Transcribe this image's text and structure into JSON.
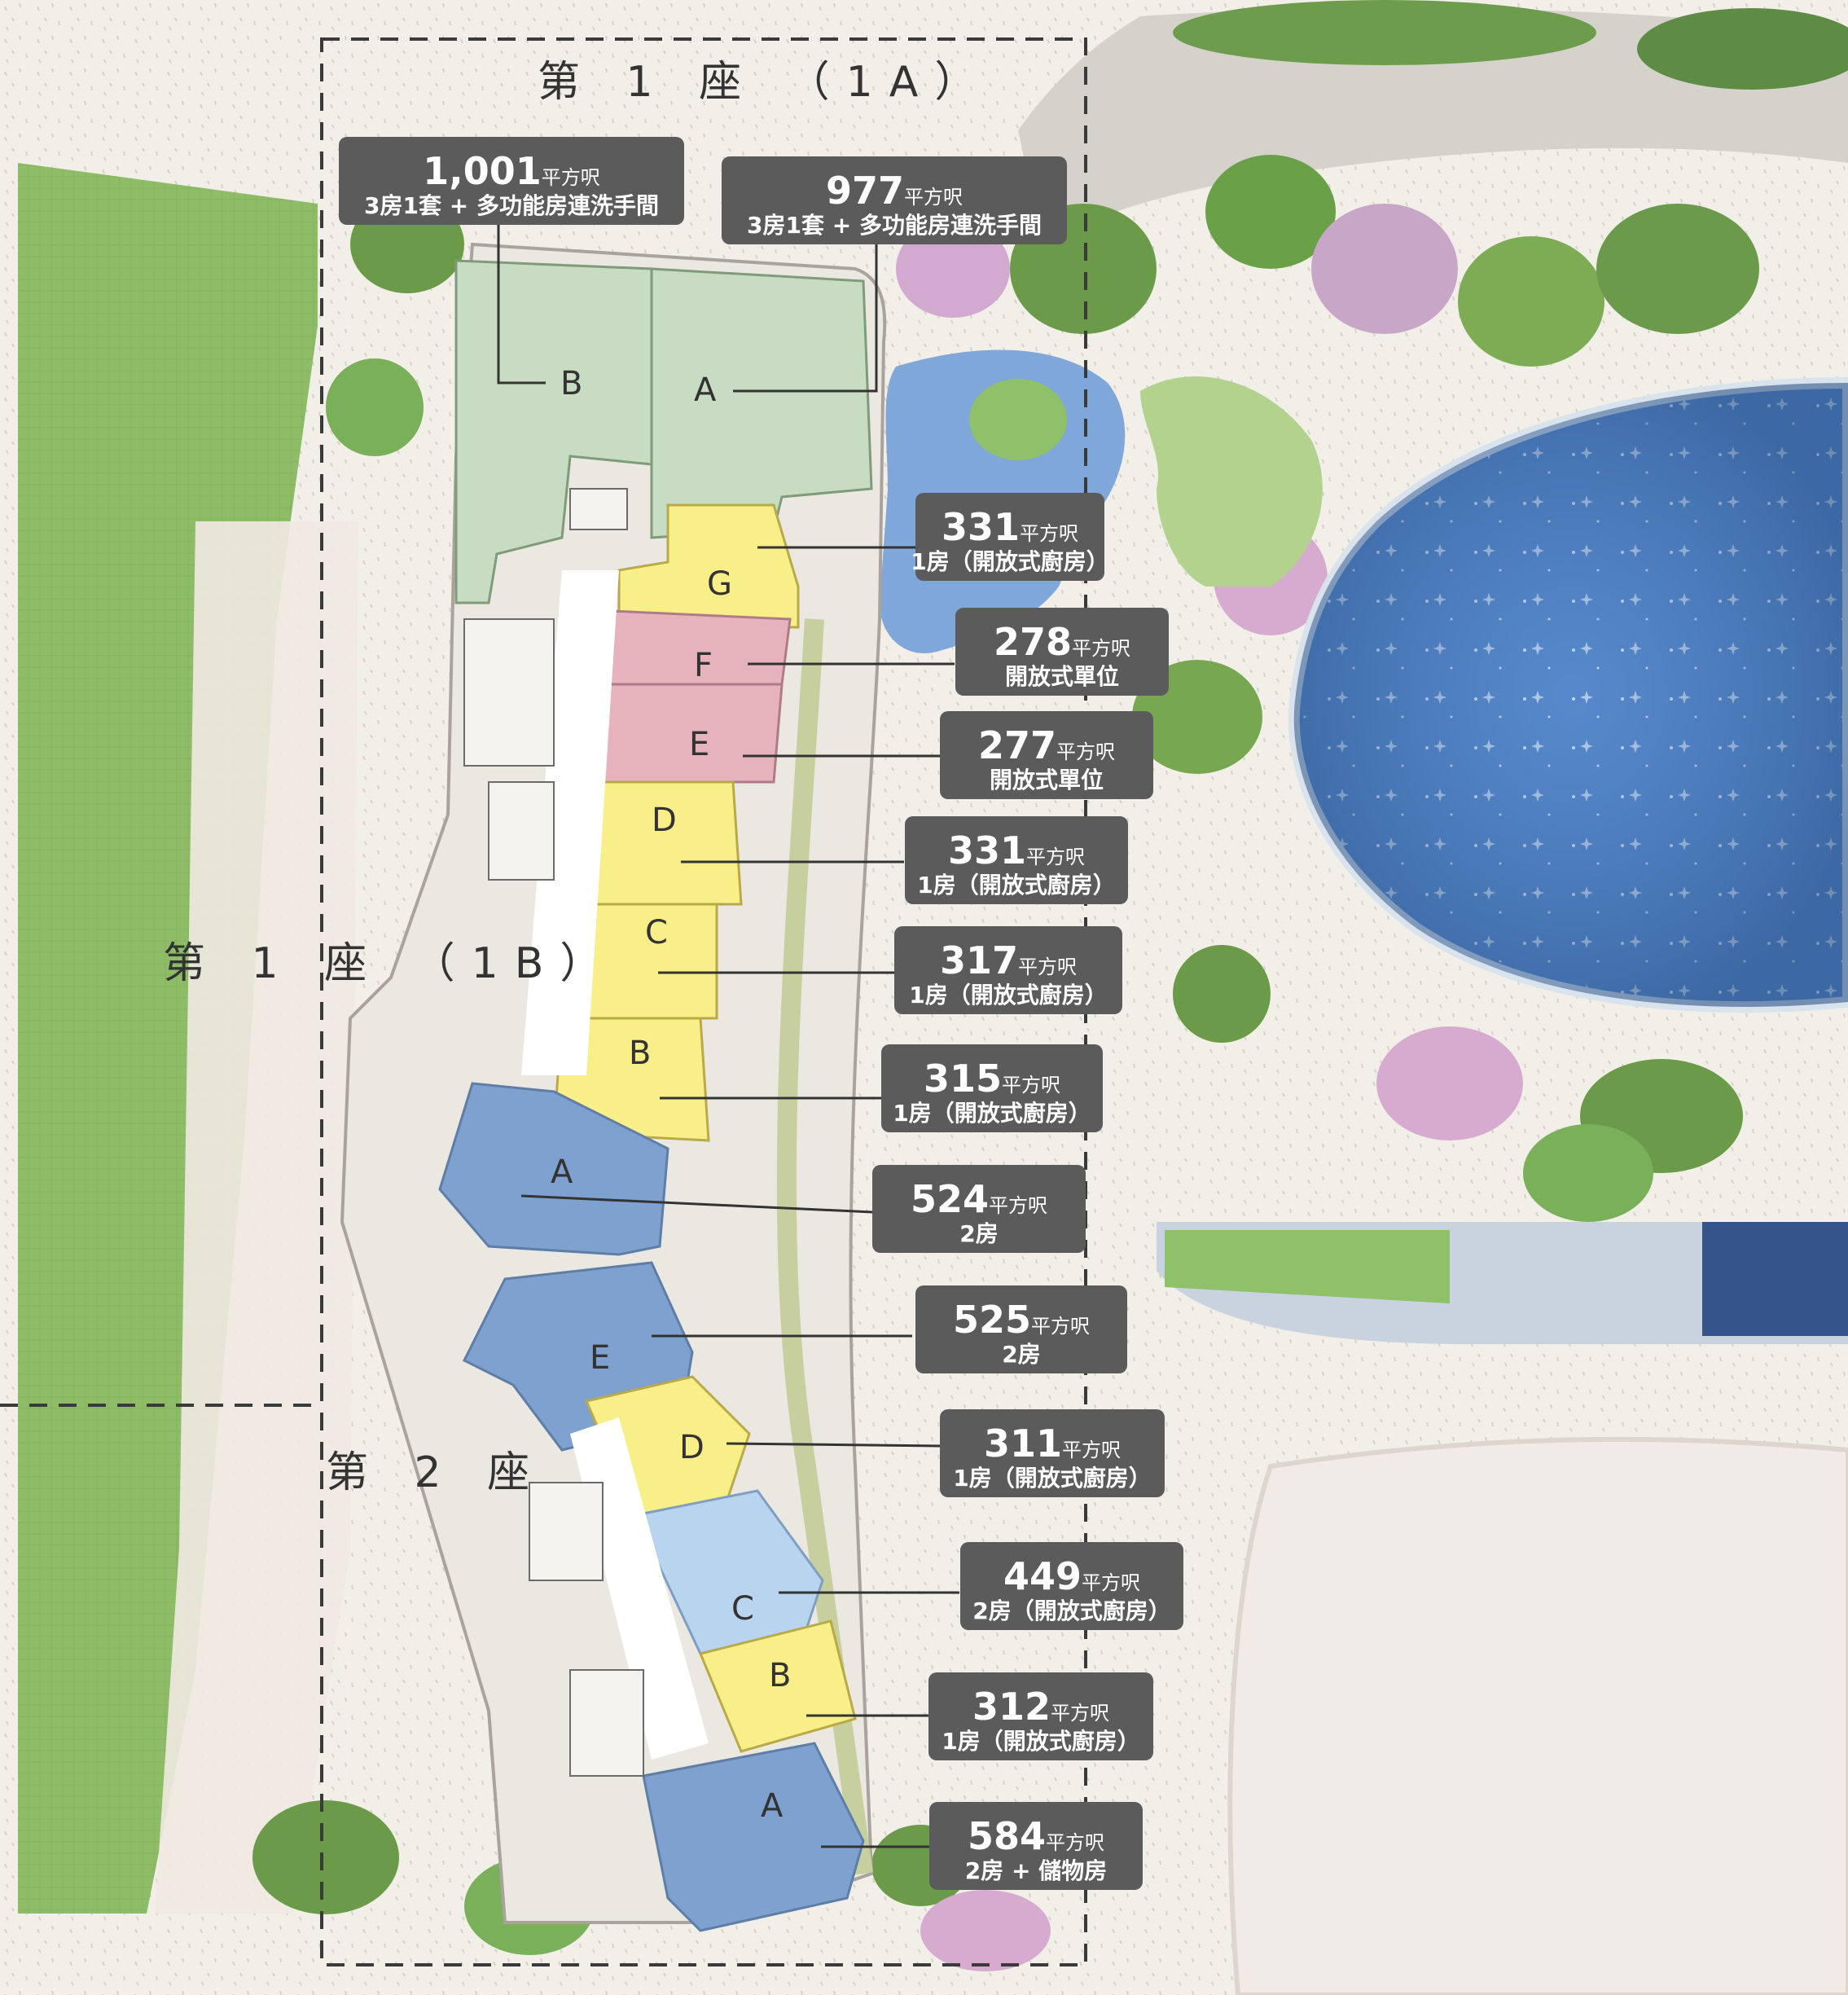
{
  "towers": [
    {
      "id": "1a",
      "label": "第 1 座 （1A）"
    },
    {
      "id": "1b",
      "label": "第 1 座 （1B）"
    },
    {
      "id": "2",
      "label": "第 2 座"
    }
  ],
  "area_unit": "平方呎",
  "colors": {
    "green_unit": "#c8dcc3",
    "yellow_unit": "#f8ef88",
    "pink_unit": "#e6b3bd",
    "blue_unit": "#7ea1cf",
    "lightblue_unit": "#b9d4ee",
    "callout": "#5b5b5b",
    "pool": "#4f7fc4",
    "lawn": "#8dbb65"
  },
  "units": [
    {
      "id": "t1a-b",
      "letter": "B",
      "area": "1,001",
      "desc": "3房1套 + 多功能房連洗手間",
      "color": "green"
    },
    {
      "id": "t1a-a",
      "letter": "A",
      "area": "977",
      "desc": "3房1套 + 多功能房連洗手間",
      "color": "green"
    },
    {
      "id": "t1b-g",
      "letter": "G",
      "area": "331",
      "desc": "1房（開放式廚房）",
      "color": "yellow"
    },
    {
      "id": "t1b-f",
      "letter": "F",
      "area": "278",
      "desc": "開放式單位",
      "color": "pink"
    },
    {
      "id": "t1b-e",
      "letter": "E",
      "area": "277",
      "desc": "開放式單位",
      "color": "pink"
    },
    {
      "id": "t1b-d",
      "letter": "D",
      "area": "331",
      "desc": "1房（開放式廚房）",
      "color": "yellow"
    },
    {
      "id": "t1b-c",
      "letter": "C",
      "area": "317",
      "desc": "1房（開放式廚房）",
      "color": "yellow"
    },
    {
      "id": "t1b-b",
      "letter": "B",
      "area": "315",
      "desc": "1房（開放式廚房）",
      "color": "yellow"
    },
    {
      "id": "t1b-a",
      "letter": "A",
      "area": "524",
      "desc": "2房",
      "color": "blue"
    },
    {
      "id": "t2-e",
      "letter": "E",
      "area": "525",
      "desc": "2房",
      "color": "blue"
    },
    {
      "id": "t2-d",
      "letter": "D",
      "area": "311",
      "desc": "1房（開放式廚房）",
      "color": "yellow"
    },
    {
      "id": "t2-c",
      "letter": "C",
      "area": "449",
      "desc": "2房（開放式廚房）",
      "color": "lightblue"
    },
    {
      "id": "t2-b",
      "letter": "B",
      "area": "312",
      "desc": "1房（開放式廚房）",
      "color": "yellow"
    },
    {
      "id": "t2-a",
      "letter": "A",
      "area": "584",
      "desc": "2房 + 儲物房",
      "color": "blue"
    }
  ]
}
